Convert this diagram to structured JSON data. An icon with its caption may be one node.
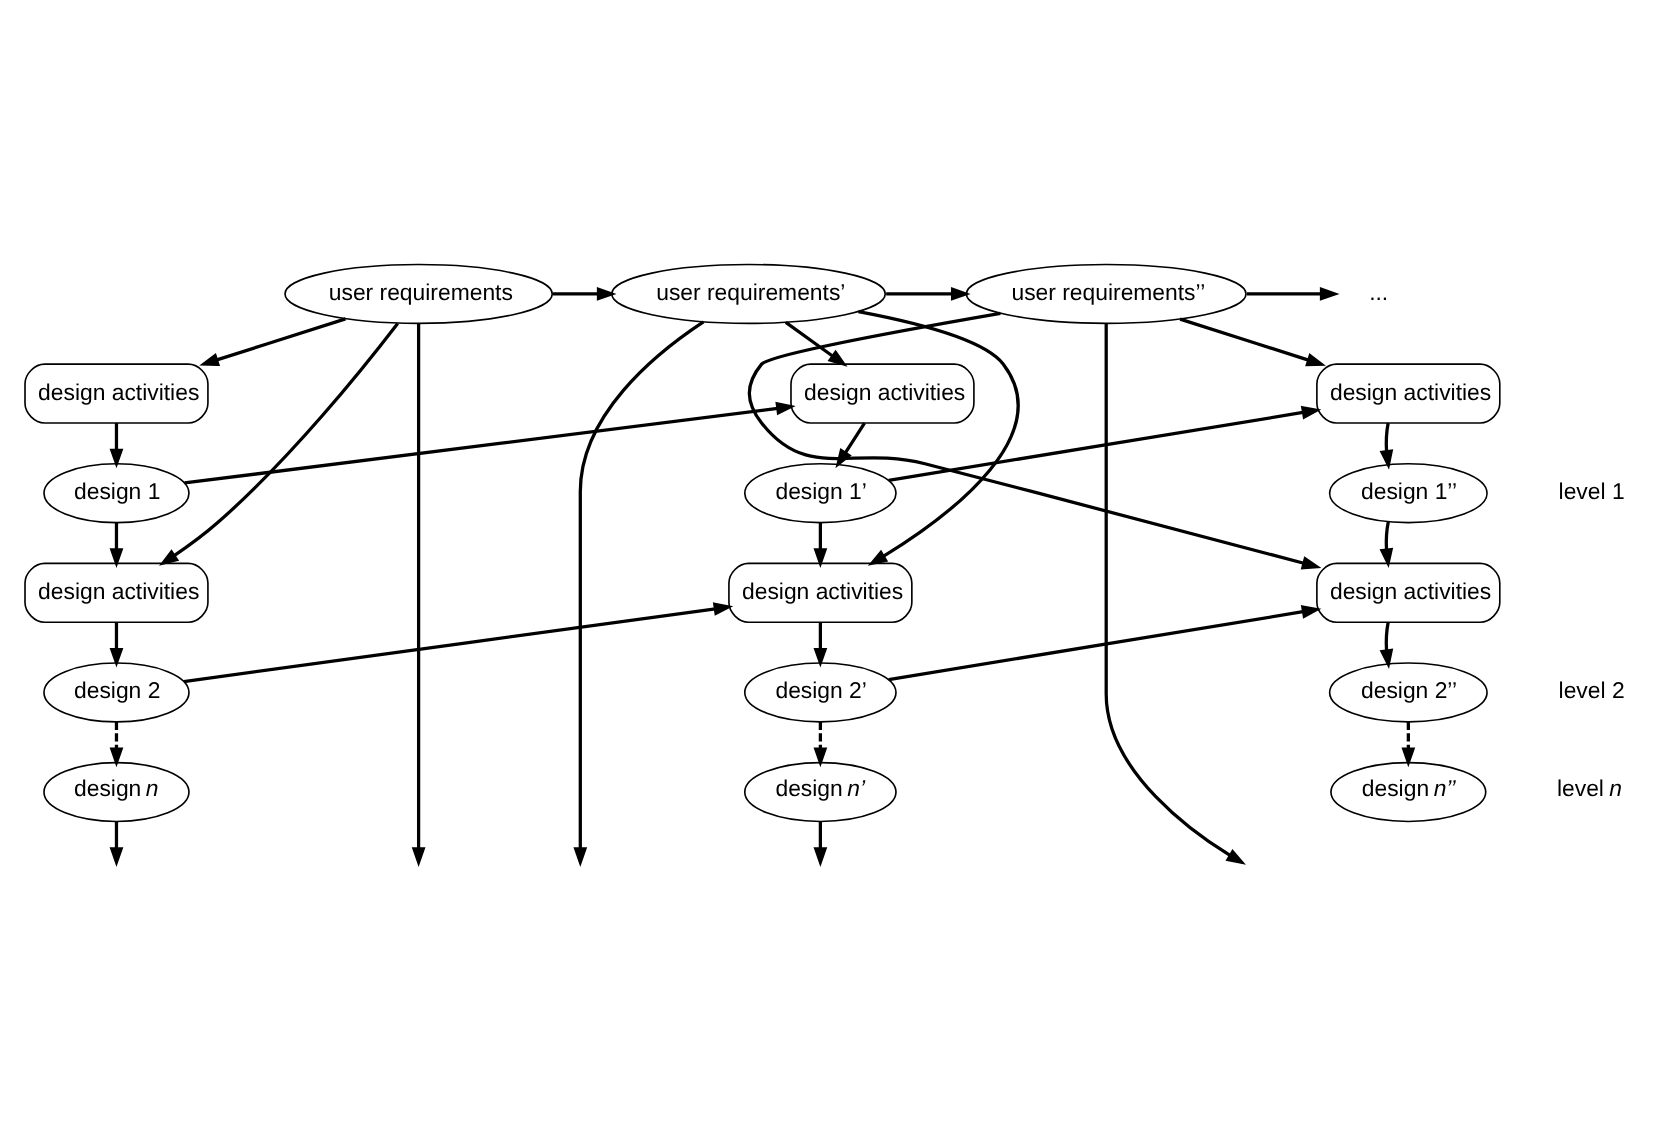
{
  "diagram": {
    "nodes": [
      {
        "text": [
          "user requirements"
        ]
      },
      {
        "text": [
          "user requirements’"
        ]
      },
      {
        "text": [
          "user requirements’’"
        ]
      },
      {
        "text": [
          "..."
        ]
      },
      {
        "text": [
          "design activities"
        ]
      },
      {
        "text": [
          "design 1"
        ]
      },
      {
        "text": [
          "design activities"
        ]
      },
      {
        "text": [
          "design 2"
        ]
      },
      {
        "text": [
          "design *n*"
        ]
      },
      {
        "text": [
          "design activities"
        ]
      },
      {
        "text": [
          "design 1’"
        ]
      },
      {
        "text": [
          "design activities"
        ]
      },
      {
        "text": [
          "design 2’"
        ]
      },
      {
        "text": [
          "design *n’*"
        ]
      },
      {
        "text": [
          "design activities"
        ]
      },
      {
        "text": [
          "design 1’’"
        ]
      },
      {
        "text": [
          "design activities"
        ]
      },
      {
        "text": [
          "design 2’’"
        ]
      },
      {
        "text": [
          "design *n’’*"
        ]
      }
    ],
    "edges": [
      {
        "from": 0,
        "to": 1,
        "arrow": "to"
      },
      {
        "from": 1,
        "to": 2,
        "arrow": "to"
      },
      {
        "from": 2,
        "to": 3,
        "arrow": "to"
      },
      {
        "from": 0,
        "to": 4,
        "arrow": "to"
      },
      {
        "from": 0,
        "to": 6,
        "arrow": "to"
      },
      {
        "from": 0,
        "to": null,
        "arrow": "to"
      },
      {
        "from": 4,
        "to": 5,
        "arrow": "to"
      },
      {
        "from": 5,
        "to": 6,
        "arrow": "to"
      },
      {
        "from": 6,
        "to": 7,
        "arrow": "to"
      },
      {
        "from": 7,
        "to": 8,
        "arrow": "to",
        "style": "dashed"
      },
      {
        "from": 5,
        "to": 9,
        "arrow": "to"
      },
      {
        "from": 7,
        "to": 11,
        "arrow": "to"
      },
      {
        "from": 8,
        "to": null,
        "arrow": "to"
      },
      {
        "from": 1,
        "to": 9,
        "arrow": "to"
      },
      {
        "from": 1,
        "to": 11,
        "arrow": "to"
      },
      {
        "from": 1,
        "to": null,
        "arrow": "to"
      },
      {
        "from": 9,
        "to": 10,
        "arrow": "to"
      },
      {
        "from": 10,
        "to": 11,
        "arrow": "to"
      },
      {
        "from": 11,
        "to": 12,
        "arrow": "to"
      },
      {
        "from": 12,
        "to": 13,
        "arrow": "to",
        "style": "dashed"
      },
      {
        "from": 10,
        "to": 14,
        "arrow": "to"
      },
      {
        "from": 12,
        "to": 16,
        "arrow": "to"
      },
      {
        "from": 13,
        "to": null,
        "arrow": "to"
      },
      {
        "from": 2,
        "to": 14,
        "arrow": "to"
      },
      {
        "from": 2,
        "to": 16,
        "arrow": "to"
      },
      {
        "from": 2,
        "to": null,
        "arrow": "to"
      },
      {
        "from": 14,
        "to": 15,
        "arrow": "to"
      },
      {
        "from": 15,
        "to": 16,
        "arrow": "to"
      },
      {
        "from": 16,
        "to": 17,
        "arrow": "to"
      },
      {
        "from": 17,
        "to": 18,
        "arrow": "to",
        "style": "dashed"
      }
    ],
    "labels": [
      "level 1",
      "level 2",
      "level *n*"
    ]
  }
}
